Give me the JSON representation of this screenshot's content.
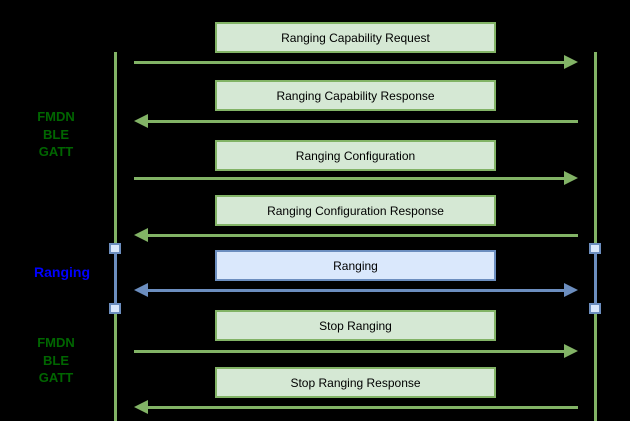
{
  "diagram": {
    "type": "sequence-diagram",
    "background": "#000000",
    "colors": {
      "green_fill": "#d5e8d4",
      "green_stroke": "#82b366",
      "blue_fill": "#dae8fc",
      "blue_stroke": "#6c8ebf",
      "label_green": "#006600",
      "label_blue": "#0000ff",
      "box_text": "#000000"
    },
    "side_labels": [
      {
        "text": "FMDN\nBLE\nGATT",
        "color": "green"
      },
      {
        "text": "Ranging",
        "color": "blue"
      },
      {
        "text": "FMDN\nBLE\nGATT",
        "color": "green"
      }
    ],
    "messages": [
      {
        "label": "Ranging Capability Request",
        "direction": "right",
        "style": "green"
      },
      {
        "label": "Ranging Capability Response",
        "direction": "left",
        "style": "green"
      },
      {
        "label": "Ranging Configuration",
        "direction": "right",
        "style": "green"
      },
      {
        "label": "Ranging Configuration Response",
        "direction": "left",
        "style": "green"
      },
      {
        "label": "Ranging",
        "direction": "both",
        "style": "blue"
      },
      {
        "label": "Stop Ranging",
        "direction": "right",
        "style": "green"
      },
      {
        "label": "Stop Ranging Response",
        "direction": "left",
        "style": "green"
      }
    ]
  }
}
